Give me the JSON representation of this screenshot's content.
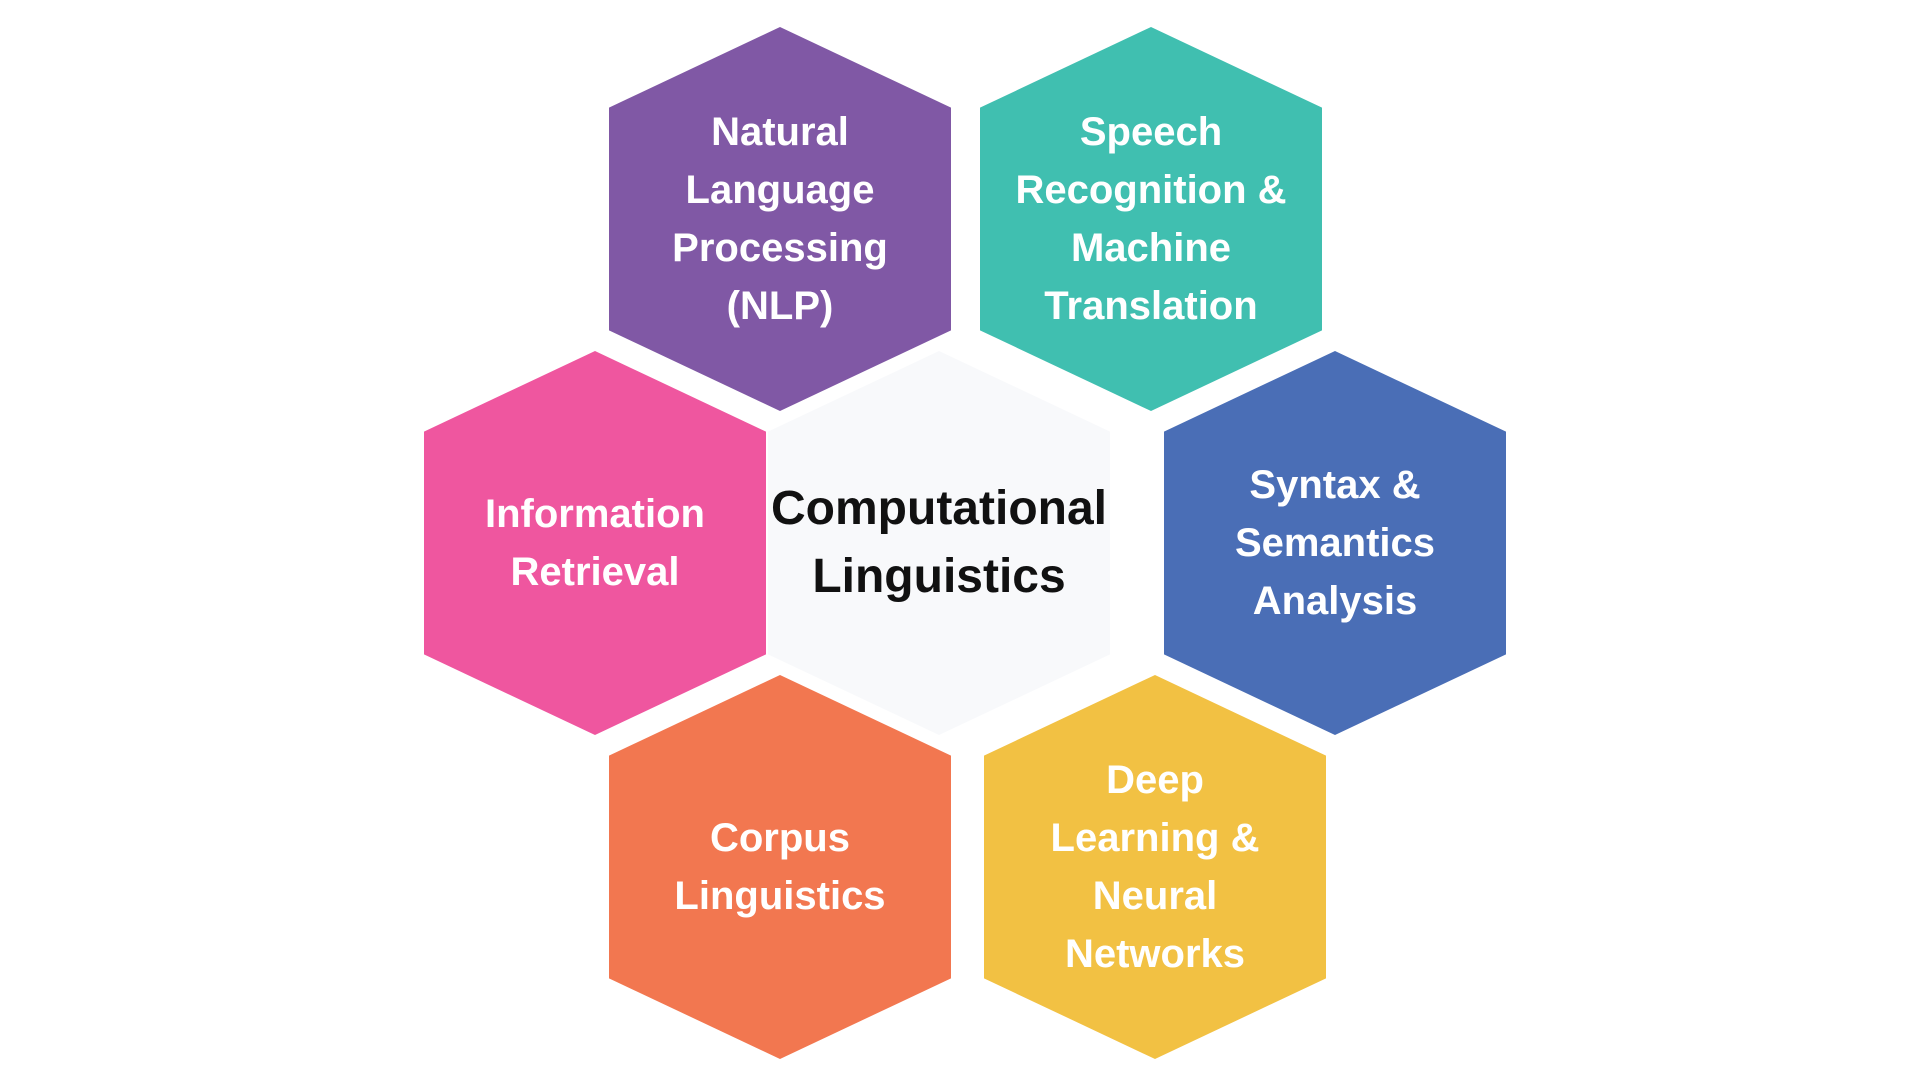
{
  "diagram": {
    "center": {
      "label": "Computational\nLinguistics",
      "color": "#f8f9fb"
    },
    "nodes": [
      {
        "id": "nlp",
        "label": "Natural\nLanguage\nProcessing\n(NLP)",
        "color": "#8058a5"
      },
      {
        "id": "speech",
        "label": "Speech\nRecognition &\nMachine\nTranslation",
        "color": "#40bfb0"
      },
      {
        "id": "ir",
        "label": "Information\nRetrieval",
        "color": "#ef569f"
      },
      {
        "id": "syntax",
        "label": "Syntax &\nSemantics\nAnalysis",
        "color": "#4a6eb6"
      },
      {
        "id": "corpus",
        "label": "Corpus\nLinguistics",
        "color": "#f27750"
      },
      {
        "id": "deep",
        "label": "Deep\nLearning &\nNeural\nNetworks",
        "color": "#f2c143"
      }
    ]
  }
}
